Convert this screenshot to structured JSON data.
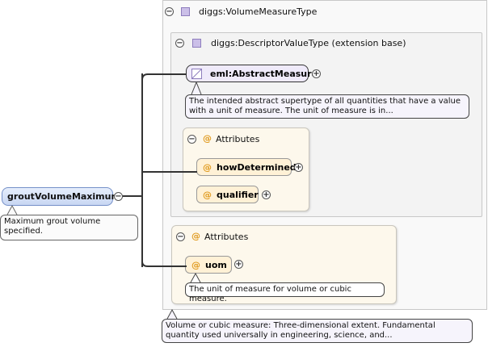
{
  "root": {
    "name": "groutVolumeMaximum",
    "description": "Maximum grout volume specified."
  },
  "type_box": {
    "title": "diggs:VolumeMeasureType",
    "description": "Volume or cubic measure: Three-dimensional extent. Fundamental quantity used universally in engineering, science, and...",
    "base": {
      "title": "diggs:DescriptorValueType (extension base)",
      "element": {
        "name": "eml:AbstractMeasure",
        "description": "The intended abstract supertype of all quantities that have a value with a unit of measure. The unit of measure is in..."
      },
      "attributes": {
        "title": "Attributes",
        "items": [
          {
            "at": "@",
            "name": "howDetermined"
          },
          {
            "at": "@",
            "name": "qualifier"
          }
        ]
      }
    },
    "attributes": {
      "title": "Attributes",
      "items": [
        {
          "at": "@",
          "name": "uom",
          "description": "The unit of measure for volume or cubic measure."
        }
      ]
    }
  },
  "icons": {
    "collapse": "⊖",
    "expand": "⊕",
    "attribute_marker": "@"
  }
}
